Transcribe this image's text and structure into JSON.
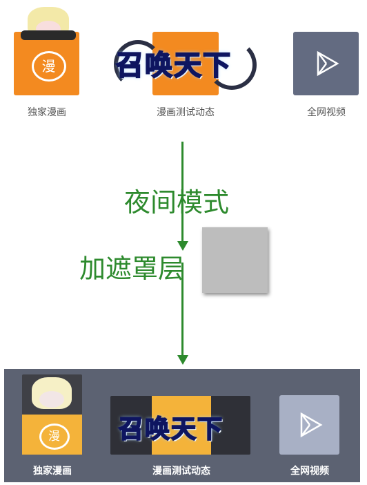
{
  "top": {
    "apps": [
      {
        "label": "独家漫画",
        "icon": "manga-bubble-icon",
        "glyph": "漫"
      },
      {
        "label": "漫画测试动态",
        "icon": "summon-banner-icon",
        "banner": "召唤天下"
      },
      {
        "label": "全网视频",
        "icon": "play-icon"
      }
    ]
  },
  "labels": {
    "night_mode": "夜间模式",
    "add_mask": "加遮罩层"
  },
  "bottom": {
    "apps": [
      {
        "label": "独家漫画",
        "glyph": "漫"
      },
      {
        "label": "漫画测试动态",
        "banner": "召唤天下"
      },
      {
        "label": "全网视频"
      }
    ]
  },
  "colors": {
    "arrow": "#2d8a2d",
    "orange": "#f38a20",
    "night_orange": "#f4b33a",
    "video_grey": "#636b81",
    "mask_grey": "#bdbdbd",
    "night_panel": "#5c6272"
  }
}
